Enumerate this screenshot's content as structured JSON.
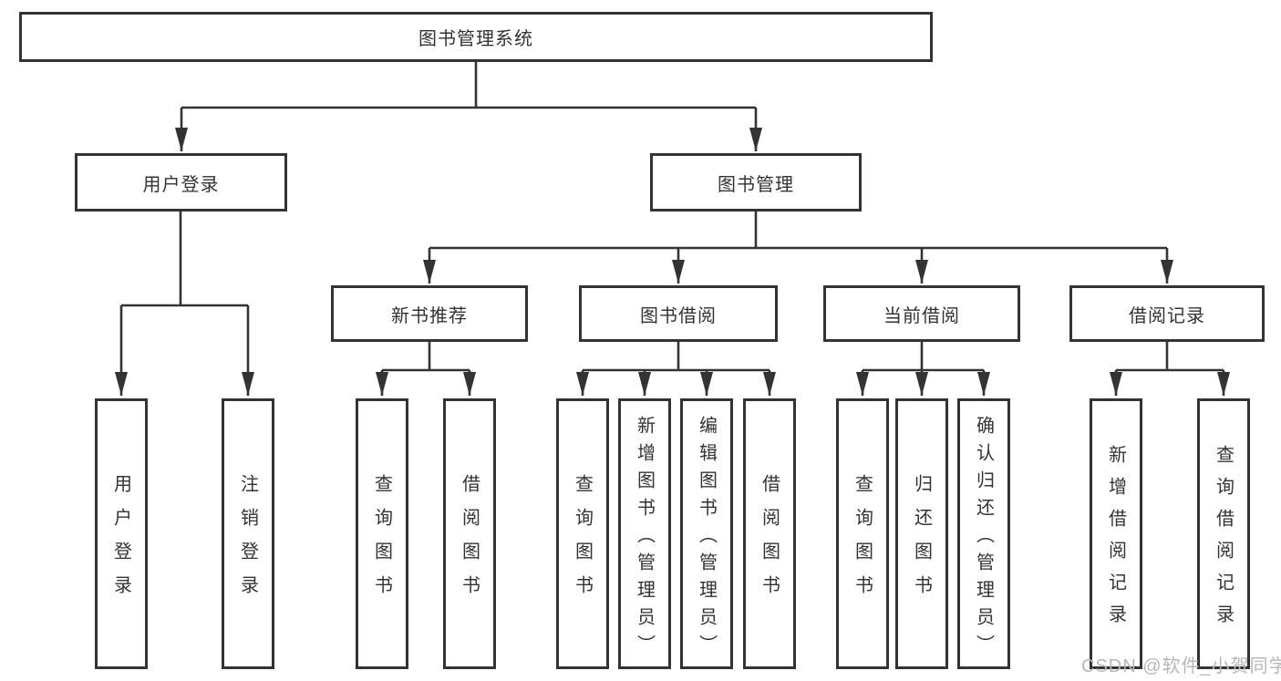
{
  "diagram": {
    "nodes": {
      "root": "图书管理系统",
      "user_login": "用户登录",
      "book_mgmt": "图书管理",
      "new_book": "新书推荐",
      "book_borrow": "图书借阅",
      "current_borrow": "当前借阅",
      "borrow_record": "借阅记录"
    },
    "leaves": {
      "user_login": [
        "用户登录",
        "注销登录"
      ],
      "new_book": [
        "查询图书",
        "借阅图书"
      ],
      "book_borrow": [
        "查询图书",
        "新增图书（管理员）",
        "编辑图书（管理员）",
        "借阅图书"
      ],
      "current_borrow": [
        "查询图书",
        "归还图书",
        "确认归还（管理员）"
      ],
      "borrow_record": [
        "新增借阅记录",
        "查询借阅记录"
      ]
    },
    "watermark": "CSDN @软件_小贺同学",
    "colors": {
      "line": "#333333",
      "text": "#333333",
      "watermark": "#b7b7b7",
      "background": "#ffffff"
    }
  }
}
